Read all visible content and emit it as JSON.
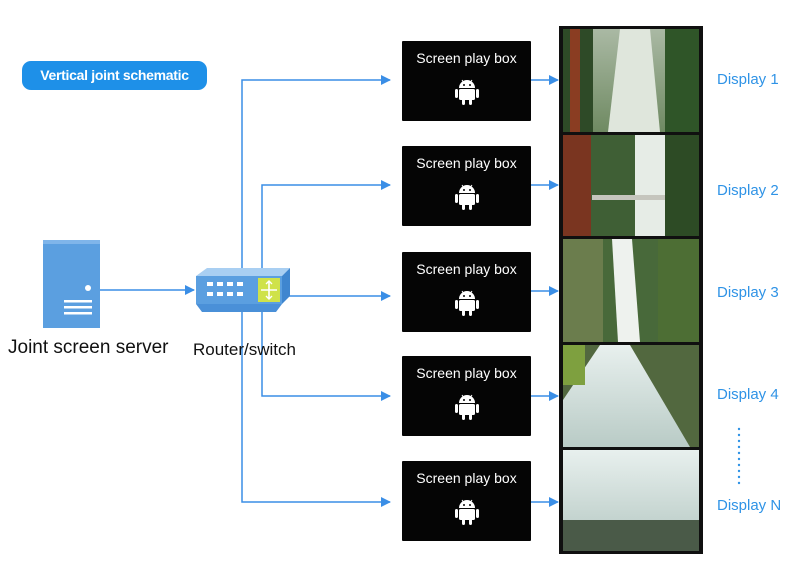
{
  "title": "Vertical joint schematic",
  "server": {
    "label": "Joint screen server"
  },
  "router": {
    "label": "Router/switch"
  },
  "play_boxes": [
    {
      "label": "Screen play box"
    },
    {
      "label": "Screen play box"
    },
    {
      "label": "Screen play box"
    },
    {
      "label": "Screen play box"
    },
    {
      "label": "Screen play box"
    }
  ],
  "displays": [
    {
      "label": "Display 1"
    },
    {
      "label": "Display 2"
    },
    {
      "label": "Display 3"
    },
    {
      "label": "Display 4"
    },
    {
      "label": "Display N"
    }
  ],
  "colors": {
    "accent": "#1e90e8",
    "line": "#3a8ee6",
    "box": "#050505",
    "device": "#5b9fe0",
    "display_label": "#2f93e6"
  },
  "icons": {
    "server": "server-icon",
    "router": "router-switch-icon",
    "box": "android-icon",
    "continuation": "vertical-dots"
  }
}
